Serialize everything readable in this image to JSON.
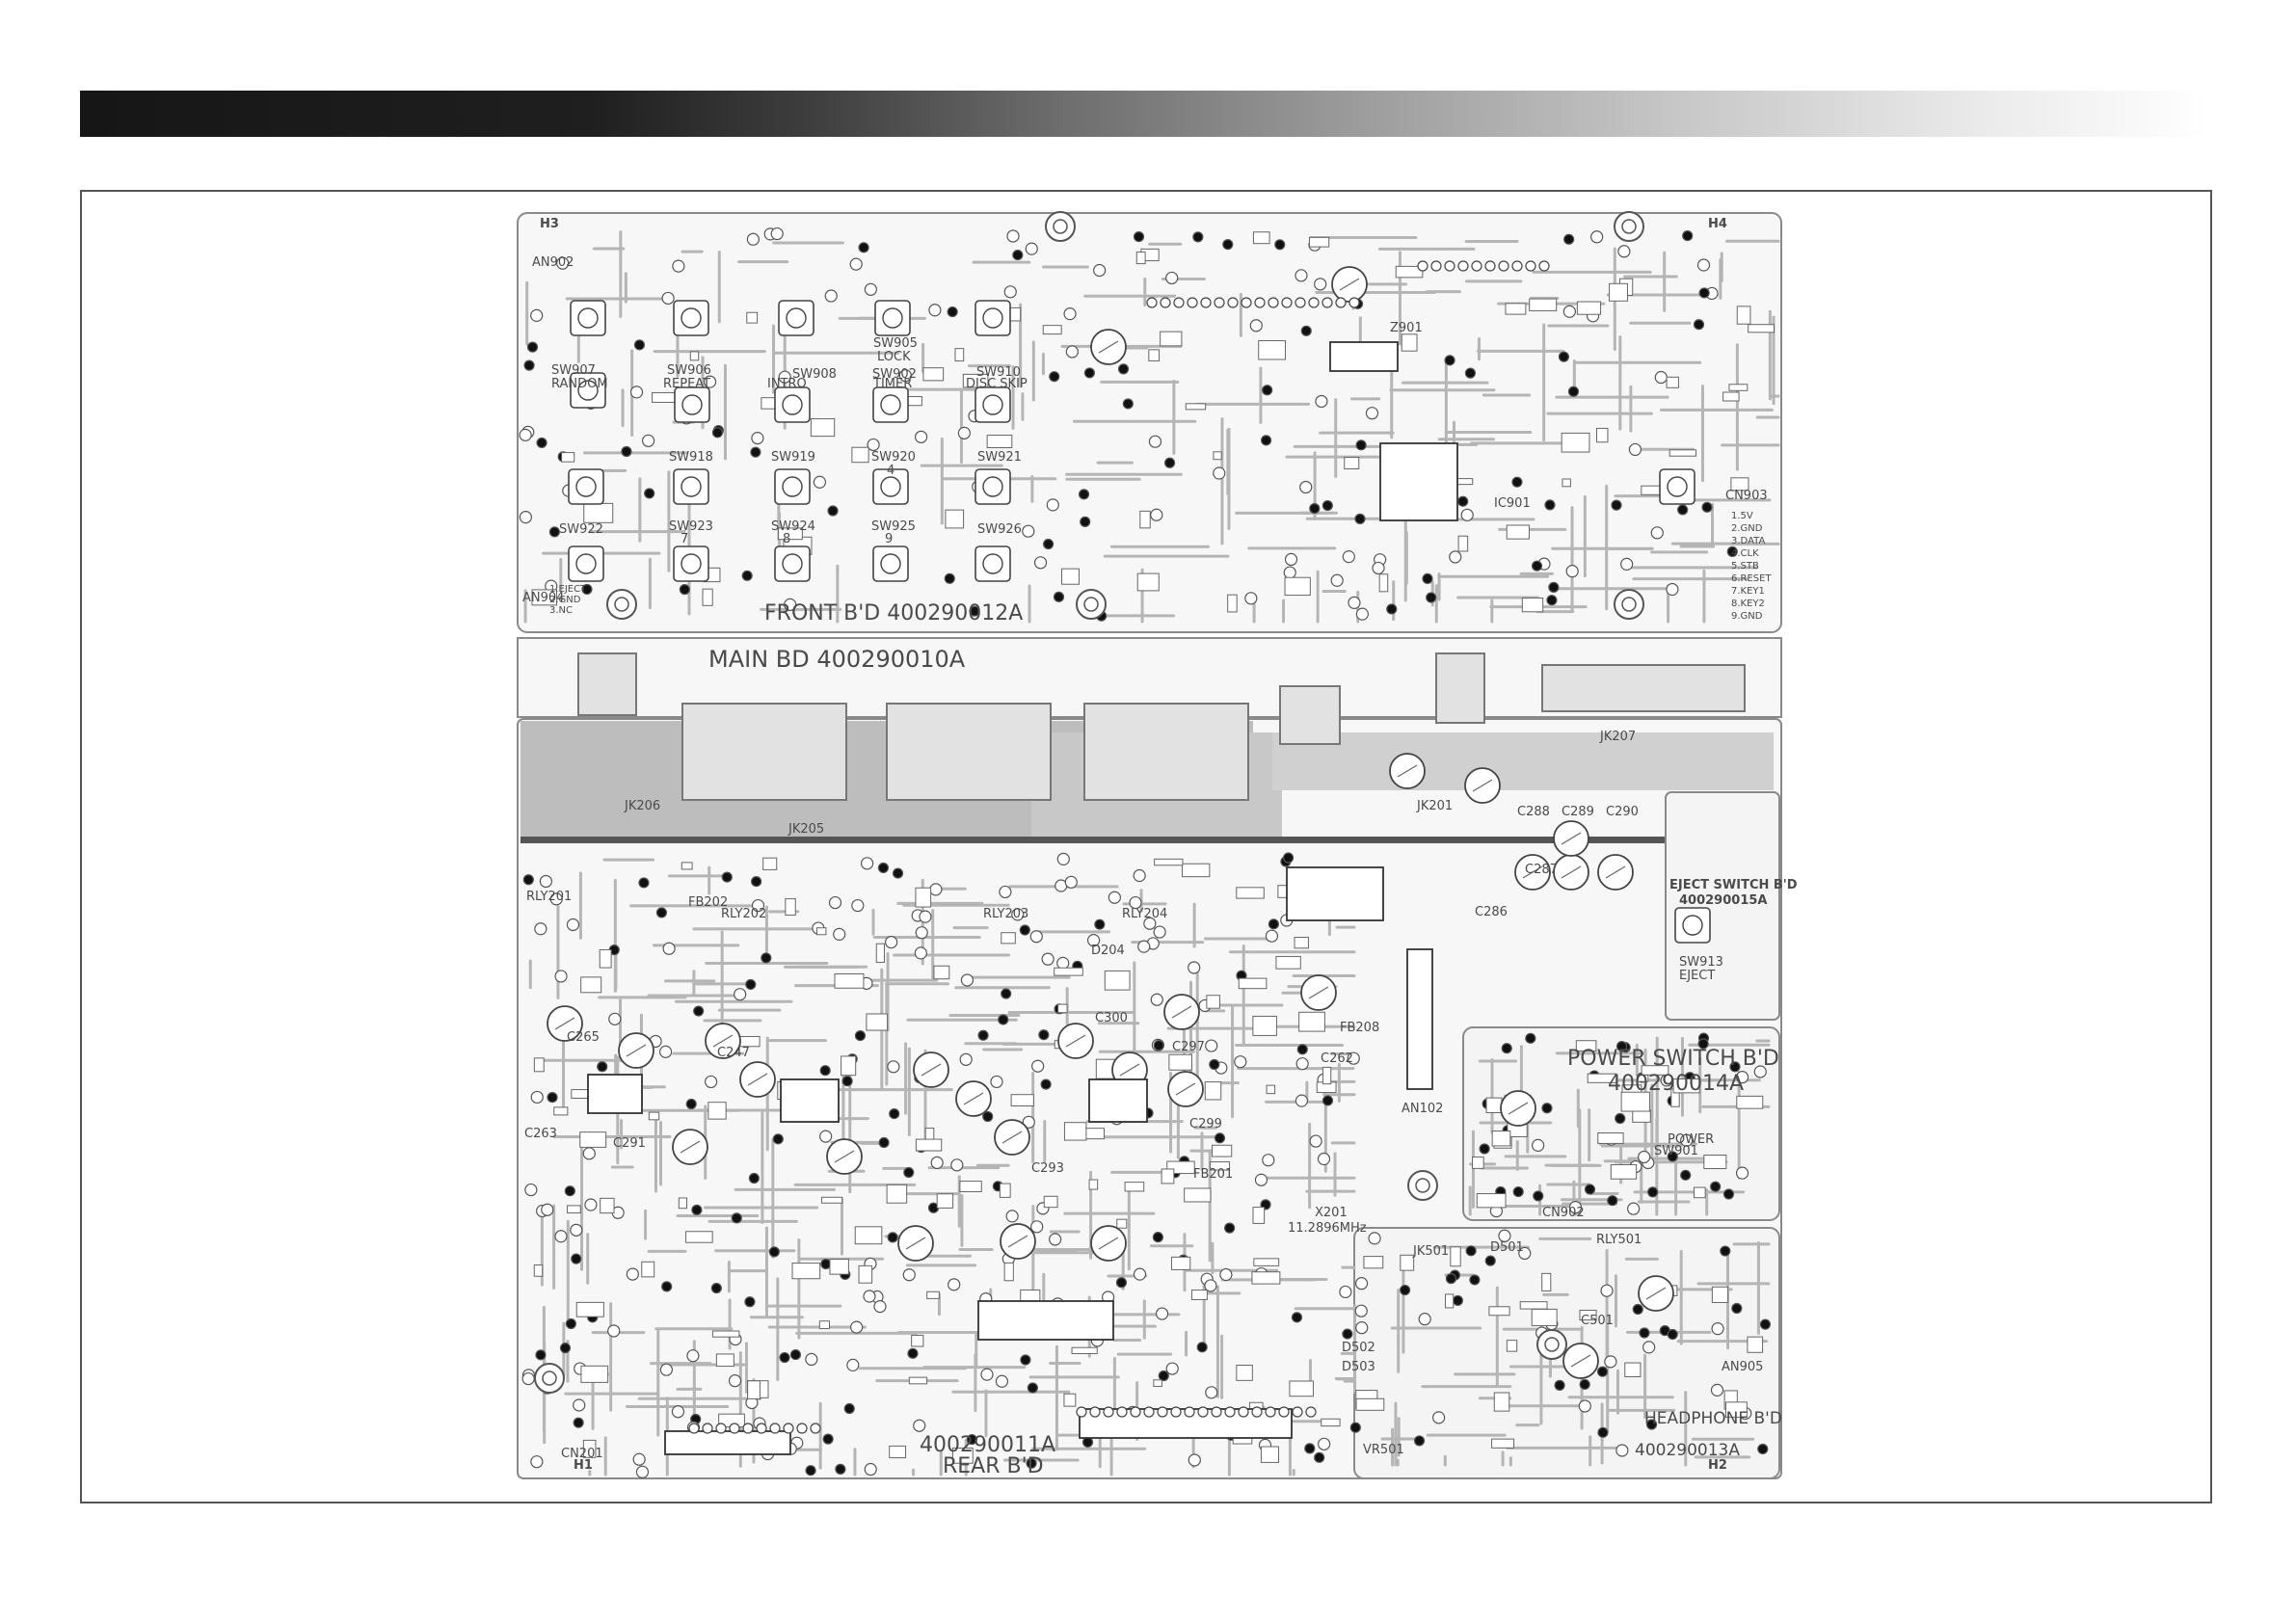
{
  "boards": {
    "front": {
      "label": "FRONT  B'D 400290012A"
    },
    "main": {
      "label": "MAIN  BD  400290010A"
    },
    "rear": {
      "part": "400290011A",
      "name": "REAR B'D"
    },
    "power": {
      "title": "POWER SWITCH B'D",
      "part": "400290014A"
    },
    "eject": {
      "title": "EJECT SWITCH B'D",
      "part": "400290015A"
    },
    "headphone": {
      "title": "HEADPHONE B'D",
      "part": "400290013A"
    }
  },
  "switches": {
    "sw907": "SW907",
    "random": "RANDOM",
    "sw906": "SW906",
    "repeat": "REPEAT",
    "sw908": "SW908",
    "intro": "INTRO",
    "sw902": "SW902",
    "timer": "TIMER",
    "sw905": "SW905",
    "lock": "LOCK",
    "sw910": "SW910",
    "disc_skip": "DISC SKIP",
    "sw918": "SW918",
    "sw919": "SW919",
    "sw920": "SW920",
    "sw921": "SW921",
    "sw922": "SW922",
    "sw923": "SW923",
    "sw924": "SW924",
    "sw925": "SW925",
    "sw926": "SW926",
    "sw913": "SW913",
    "eject": "EJECT",
    "n4": "4",
    "n7": "7",
    "n8": "8",
    "n9": "9"
  },
  "components": {
    "jk205": "JK205",
    "jk206": "JK206",
    "jk207": "JK207",
    "jk201": "JK201",
    "rly201": "RLY201",
    "rly202": "RLY202",
    "rly203": "RLY203",
    "rly204": "RLY204",
    "c288": "C288",
    "c289": "C289",
    "c290": "C290",
    "c287": "C287",
    "c286": "C286",
    "c265": "C265",
    "c263": "C263",
    "c291": "C291",
    "c247": "C247",
    "c293": "C293",
    "c297": "C297",
    "c299": "C299",
    "c262": "C262",
    "c300": "C300",
    "x201": "X201",
    "x201_freq": "11.2896MHz",
    "fb201": "FB201",
    "fb208": "FB208",
    "fb202": "FB202",
    "an102": "AN102",
    "an904": "AN904",
    "an902": "AN902",
    "an905": "AN905",
    "cn903": "CN903",
    "cn201": "CN201",
    "cn902": "CN902",
    "jk501": "JK501",
    "vr501": "VR501",
    "c501": "C501",
    "d502": "D502",
    "d503": "D503",
    "d501": "D501",
    "ic901": "IC901",
    "z901": "Z901",
    "sw901": "SW901",
    "power_sw": "POWER",
    "rly501": "RLY501",
    "d204": "D204",
    "an904_pins": [
      "1.EJECT",
      "2.GND",
      "3.NC"
    ],
    "cn903_pins": [
      "1.5V",
      "2.GND",
      "3.DATA",
      "4.CLK",
      "5.STB",
      "6.RESET",
      "7.KEY1",
      "8.KEY2",
      "9.GND"
    ]
  },
  "corner_marks": {
    "tl": "H3",
    "tr": "H4",
    "bl": "H1",
    "br": "H2"
  }
}
